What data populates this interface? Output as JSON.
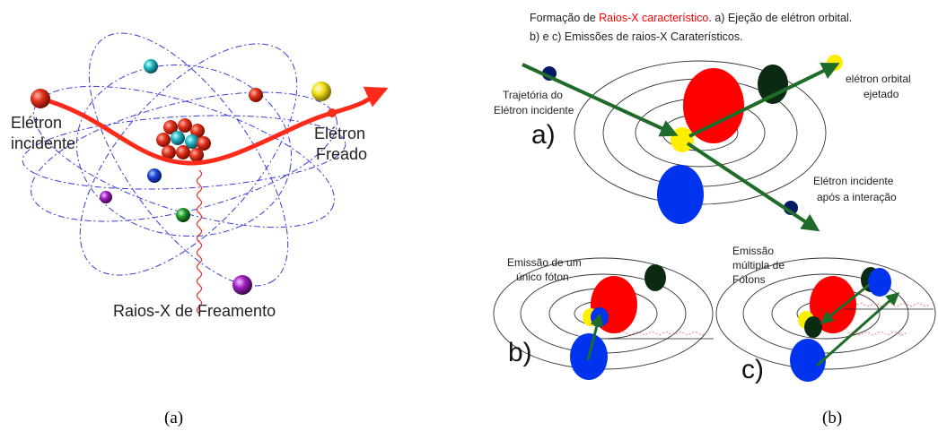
{
  "panel_a": {
    "caption": "(a)",
    "labels": {
      "incident_line1": "Elétron",
      "incident_line2": "incidente",
      "braked_line1": "Elétron",
      "braked_line2": "Freado",
      "xray": "Raios-X de Freamento"
    }
  },
  "panel_b": {
    "caption": "(b)",
    "title": {
      "line1_prefix": "Formação de ",
      "line1_highlight": "Raios-X característico",
      "line1_suffix": ". a) Ejeção de elétron orbital.",
      "line2": "b) e c) Emissões de raios-X Caraterísticos."
    },
    "labels": {
      "trajectory_line1": "Trajetória do",
      "trajectory_line2": "Elétron incidente",
      "ejected_line1": "elétron orbital",
      "ejected_line2": "ejetado",
      "after_line1": "Elétron incidente",
      "after_line2": "após a interação",
      "single_line1": "Emissão de um",
      "single_line2": "único fóton",
      "multi_line1": "Emissão",
      "multi_line2": "múltipla de",
      "multi_line3": "Fótons",
      "sub_a": "a)",
      "sub_b": "b)",
      "sub_c": "c)"
    }
  },
  "colors": {
    "arrow_red": "#ff2a1a",
    "arrow_green": "#1f6b2a",
    "orbit_blue": "#3b3bd6",
    "nucleus_red": "#ff0000",
    "electron_blue": "#0033ee",
    "electron_yellow": "#ffee00",
    "electron_darkgreen": "#0b2a12",
    "highlight_red": "#ff0000"
  }
}
